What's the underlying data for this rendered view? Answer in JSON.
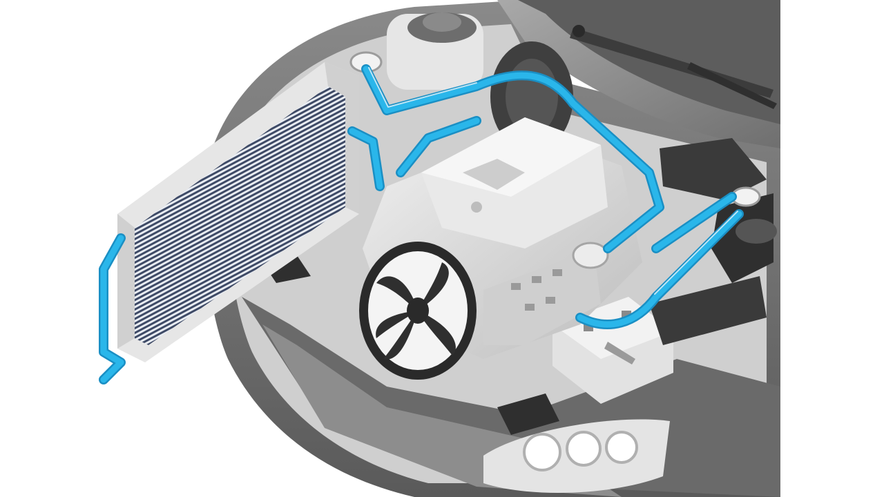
{
  "illustration": {
    "subject": "car-engine-bay-cooling-system",
    "style": "grayscale-vector-with-highlighted-coolant-path",
    "colors": {
      "background": "#ffffff",
      "coolant_highlight": "#2ab6ea",
      "coolant_outline": "#1a8fc4",
      "body_dark": "#4a4a4a",
      "body_mid": "#7d7d7d",
      "body_light": "#b9b9b9",
      "metal_light": "#e3e3e3",
      "radiator_fins": "#3e4a66"
    },
    "components": [
      "radiator",
      "cooling-fan",
      "engine-block",
      "engine-cover",
      "coolant-reservoir",
      "coolant-hoses",
      "thermostat-housing",
      "battery",
      "windshield-wiper",
      "headlight",
      "hood",
      "front-bumper"
    ]
  }
}
